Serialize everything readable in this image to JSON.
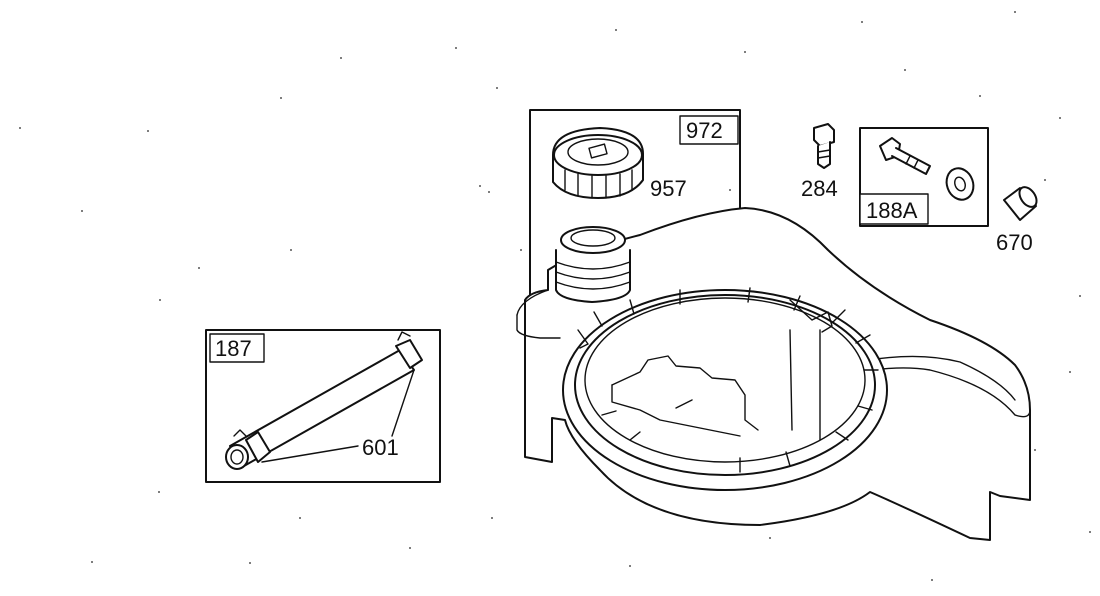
{
  "parts": {
    "fuel_tank_kit": "972",
    "fuel_cap": "957",
    "screw": "284",
    "screw_washer_kit": "188A",
    "bushing": "670",
    "fuel_line_kit": "187",
    "clamp": "601"
  }
}
